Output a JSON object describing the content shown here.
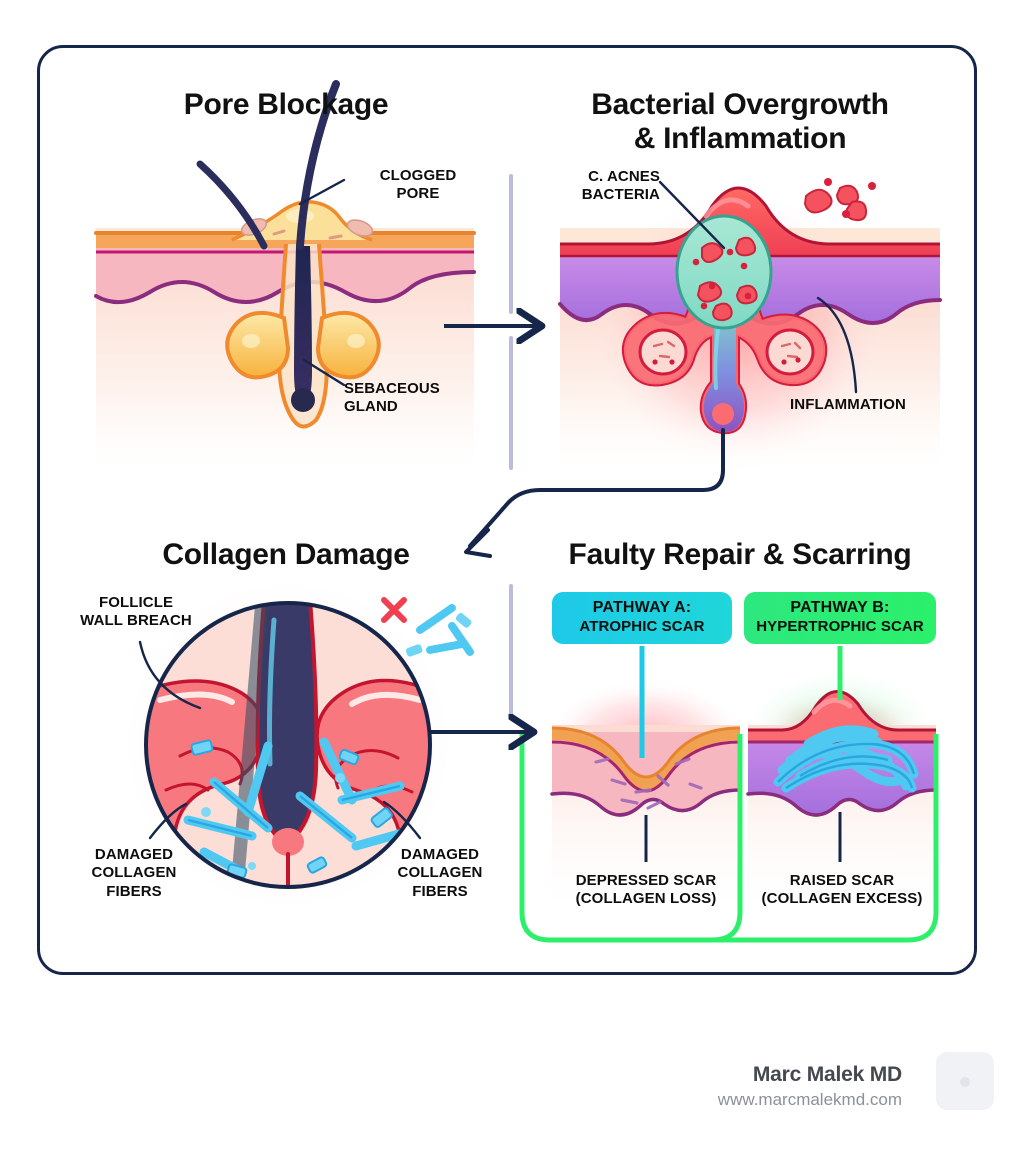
{
  "document": {
    "type": "medical-infographic",
    "subject": "Acne scar formation pathway"
  },
  "panels": [
    {
      "id": "pore-blockage",
      "title": "Pore Blockage",
      "labels": [
        {
          "id": "clogged-pore",
          "text": "CLOGGED\nPORE"
        },
        {
          "id": "sebaceous-gland",
          "text": "SEBACEOUS\nGLAND"
        }
      ]
    },
    {
      "id": "bacterial-overgrowth",
      "title": "Bacterial Overgrowth\n& Inflammation",
      "title_line1": "Bacterial Overgrowth",
      "title_line2": "& Inflammation",
      "labels": [
        {
          "id": "c-acnes-bacteria",
          "text": "C. ACNES\nBACTERIA"
        },
        {
          "id": "inflammation",
          "text": "INFLAMMATION"
        }
      ]
    },
    {
      "id": "collagen-damage",
      "title": "Collagen Damage",
      "labels": [
        {
          "id": "follicle-wall-breach",
          "text": "FOLLICLE\nWALL BREACH"
        },
        {
          "id": "damaged-collagen-fibers-left",
          "text": "DAMAGED\nCOLLAGEN\nFIBERS"
        },
        {
          "id": "damaged-collagen-fibers-right",
          "text": "DAMAGED\nCOLLAGEN\nFIBERS"
        }
      ]
    },
    {
      "id": "faulty-repair-scarring",
      "title": "Faulty Repair & Scarring",
      "badges": [
        {
          "id": "pathway-a",
          "line1": "PATHWAY A:",
          "line2": "ATROPHIC SCAR",
          "color": "#1ec9e8"
        },
        {
          "id": "pathway-b",
          "line1": "PATHWAY B:",
          "line2": "HYPERTROPHIC SCAR",
          "color": "#2de87f"
        }
      ],
      "captions": [
        {
          "id": "depressed-scar",
          "line1": "DEPRESSED SCAR",
          "line2": "(COLLAGEN LOSS)"
        },
        {
          "id": "raised-scar",
          "line1": "RAISED SCAR",
          "line2": "(COLLAGEN EXCESS)"
        }
      ]
    }
  ],
  "footer": {
    "name": "Marc Malek MD",
    "website": "www.marcmalekmd.com",
    "logo_icon": "avatar-placeholder-icon"
  },
  "colors": {
    "frame_border": "#16264a",
    "arrow": "#16264a",
    "divider": "#b8bddb",
    "green_connector": "#2df06a",
    "cyan_connector": "#1ec9e8",
    "skin_surface_orange": "#e8832e",
    "epidermis_pink": "#f6b2bd",
    "dermis_wave_purple": "#8b2c7e",
    "dermis_fill": "#fbddd4",
    "epidermis_violet": "#b97fe0",
    "inflammation_red": "#f0454f",
    "bacteria_teal": "#8fe0cc",
    "collagen_blue": "#4fc9f2",
    "hair_navy": "#2b2d5c",
    "sebum_yellow": "#f9c93f",
    "title_text": "#111111",
    "label_text": "#0d0d0d",
    "footer_name": "#44484f",
    "footer_site": "#8b9099"
  }
}
